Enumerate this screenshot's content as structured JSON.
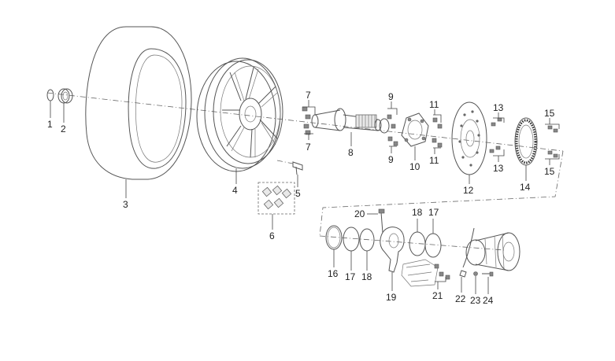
{
  "diagram": {
    "type": "exploded-parts-view",
    "labels": {
      "p1": "1",
      "p2": "2",
      "p3": "3",
      "p4": "4",
      "p5": "5",
      "p6": "6",
      "p7a": "7",
      "p7b": "7",
      "p8": "8",
      "p9a": "9",
      "p9b": "9",
      "p10": "10",
      "p11a": "11",
      "p11b": "11",
      "p12": "12",
      "p13a": "13",
      "p13b": "13",
      "p14": "14",
      "p15a": "15",
      "p15b": "15",
      "p16": "16",
      "p17a": "17",
      "p17b": "17",
      "p18a": "18",
      "p18b": "18",
      "p19": "19",
      "p20": "20",
      "p21": "21",
      "p22": "22",
      "p23": "23",
      "p24": "24"
    }
  }
}
